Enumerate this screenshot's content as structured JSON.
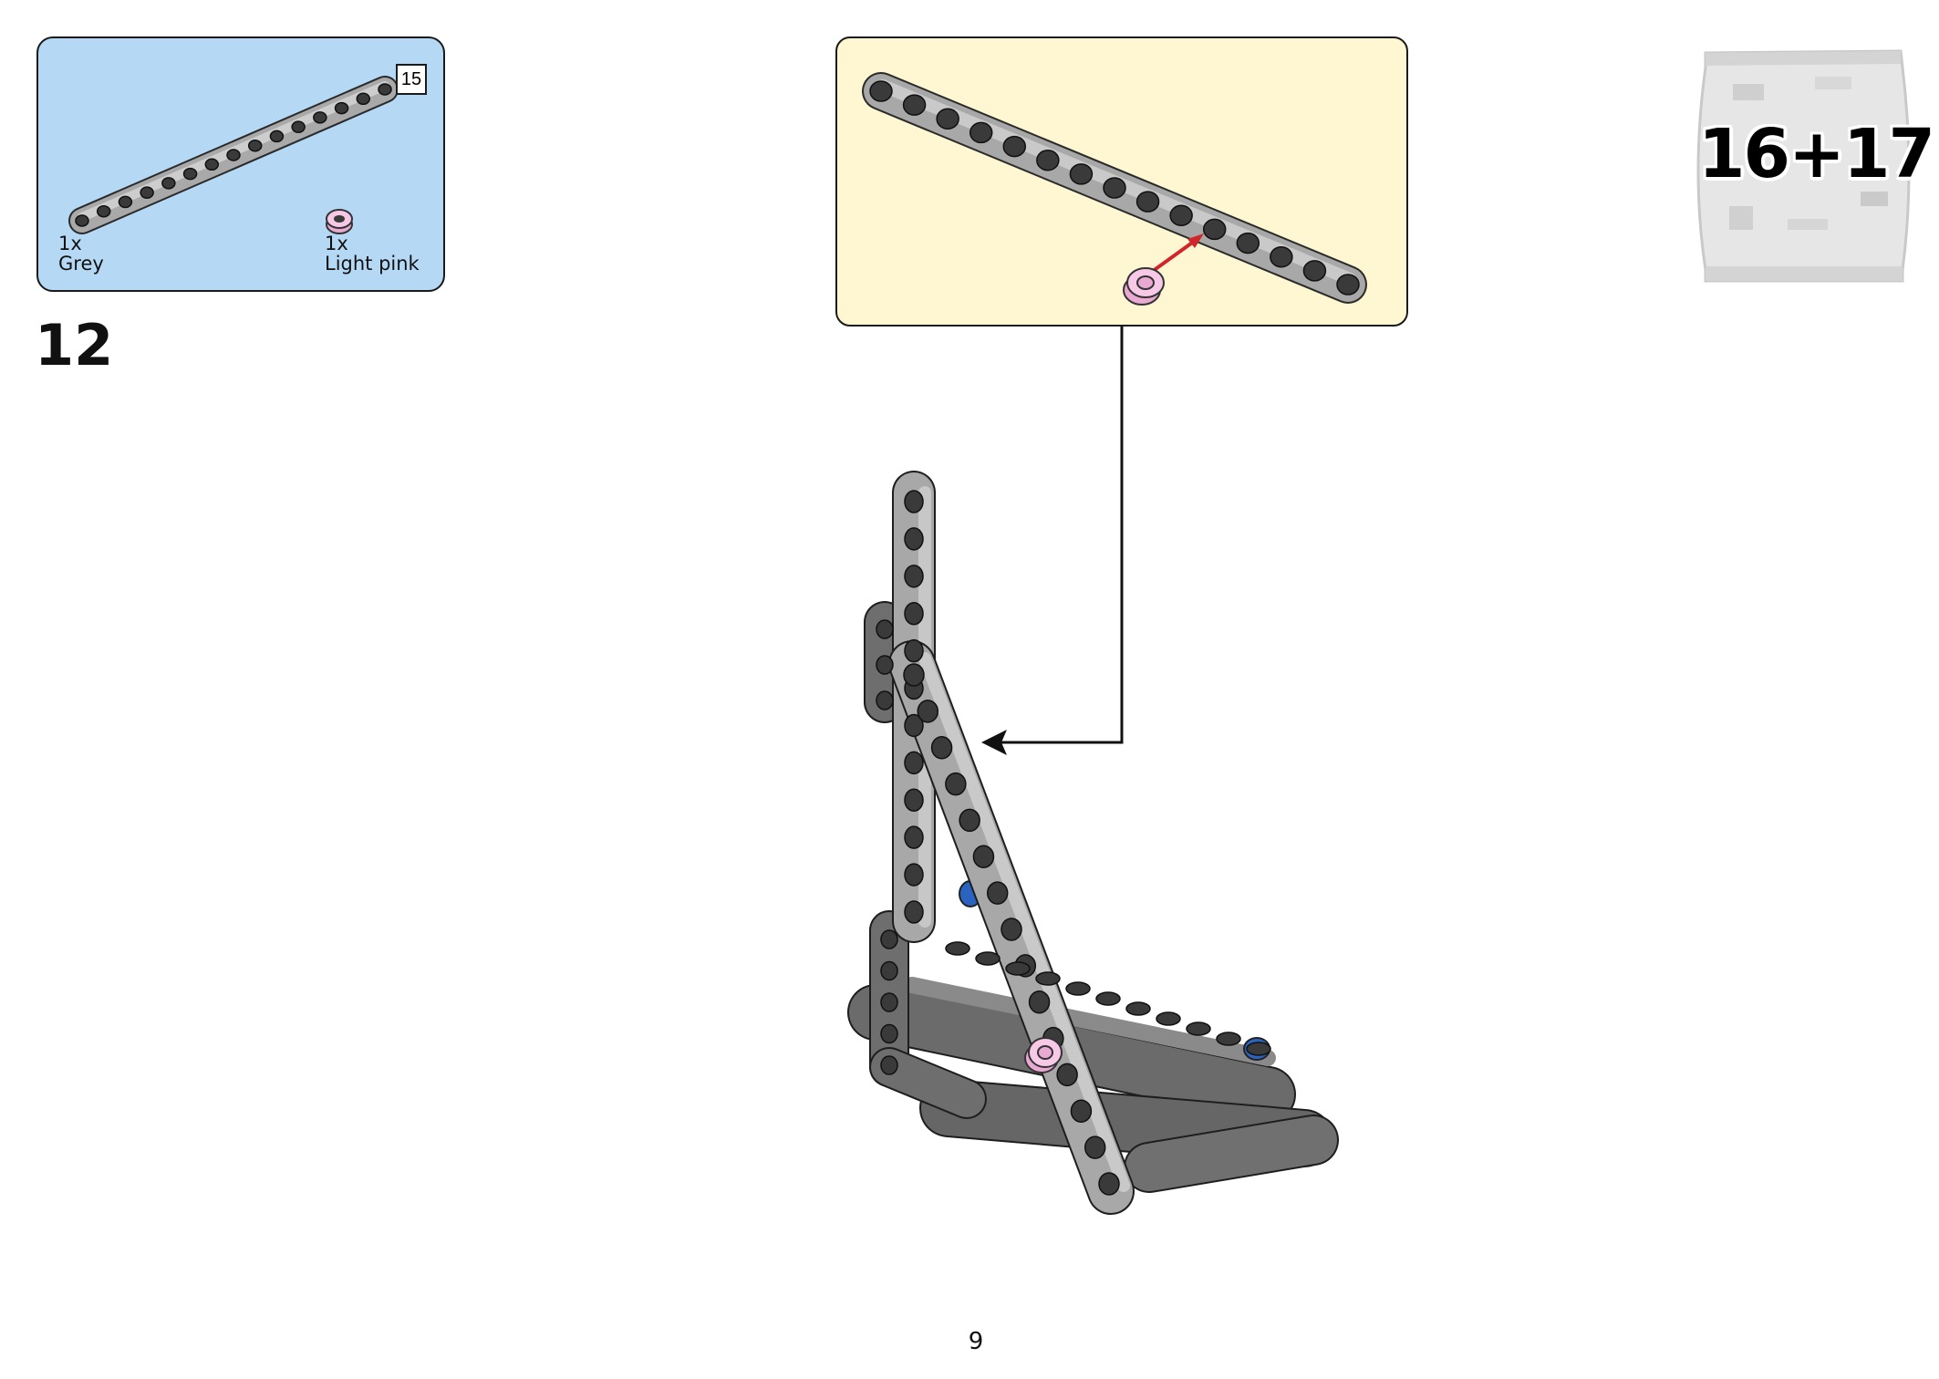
{
  "parts_list": {
    "beam_length": "15",
    "parts": [
      {
        "qty": "1x",
        "color": "Grey"
      },
      {
        "qty": "1x",
        "color": "Light pink"
      }
    ]
  },
  "step": "12",
  "bag_numbers": "16+17",
  "page_number": "9"
}
